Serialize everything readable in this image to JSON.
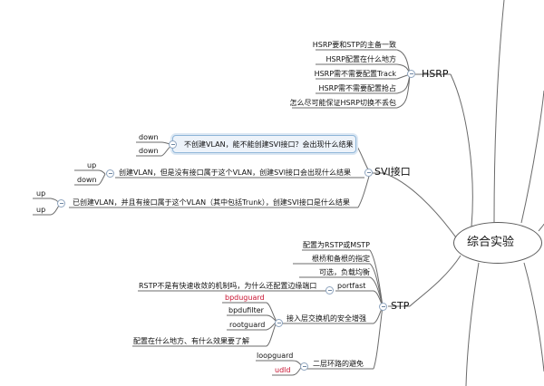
{
  "central": {
    "label": "综合实验"
  },
  "hsrp": {
    "label": "HSRP",
    "items": [
      "HSRP要和STP的主备一致",
      "HSRP配置在什么地方",
      "HSRP需不需要配置Track",
      "HSRP需不需要配置抢占",
      "怎么尽可能保证HSRP切换不丢包"
    ]
  },
  "svi": {
    "label": "SVI接口",
    "q1": {
      "text": "不创建VLAN，能不能创建SVI接口？会出现什么结果",
      "answers": [
        "down",
        "down"
      ]
    },
    "q2": {
      "text": "创建VLAN，但是没有接口属于这个VLAN，创建SVI接口会出现什么结果",
      "answers": [
        "up",
        "down"
      ]
    },
    "q3": {
      "text": "已创建VLAN，并且有接口属于这个VLAN（其中包括Trunk），创建SVI接口是什么结果",
      "answers": [
        "up",
        "up"
      ]
    }
  },
  "stp": {
    "label": "STP",
    "items": [
      "配置为RSTP或MSTP",
      "根桥和备根的指定",
      "可选，负载均衡"
    ],
    "portfast": {
      "label": "portfast",
      "child": "RSTP不是有快速收敛的机制吗，为什么还配置边缘端口"
    },
    "access": {
      "label": "接入层交换机的安全增强",
      "children": [
        "bpduguard",
        "bpdufilter",
        "rootguard",
        "配置在什么地方、有什么效果要了解"
      ]
    },
    "loop": {
      "label": "二层环路的避免",
      "children": [
        "loopguard",
        "udld"
      ]
    }
  },
  "colors": {
    "line": "#6b6b6b",
    "highlight": "#edf3fa",
    "red_text": "#c8102e"
  }
}
